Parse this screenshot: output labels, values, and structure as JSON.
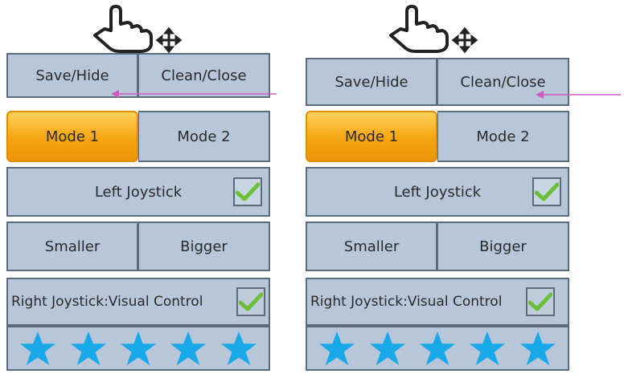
{
  "screens": [
    {
      "id": "left",
      "save_hide": "Save/Hide",
      "clean_close": "Clean/Close",
      "mode1": "Mode 1",
      "mode2": "Mode 2",
      "left_joystick": "Left Joystick",
      "left_joystick_checked": true,
      "smaller": "Smaller",
      "bigger": "Bigger",
      "right_joystick": "Right Joystick:Visual Control",
      "right_joystick_checked": true,
      "rating": 5,
      "arrow_target": "save-hide-button"
    },
    {
      "id": "right",
      "save_hide": "Save/Hide",
      "clean_close": "Clean/Close",
      "mode1": "Mode 1",
      "mode2": "Mode 2",
      "left_joystick": "Left Joystick",
      "left_joystick_checked": true,
      "smaller": "Smaller",
      "bigger": "Bigger",
      "right_joystick": "Right Joystick:Visual Control",
      "right_joystick_checked": true,
      "rating": 5,
      "arrow_target": "clean-close-button"
    }
  ],
  "icons": {
    "drag_handle": "hand-move-icon",
    "check": "check-icon",
    "star": "star-icon"
  },
  "colors": {
    "button_fill": "#b7c6d8",
    "button_border": "#5b6b7e",
    "active_mode": "#f5a510",
    "star": "#1aa9e8",
    "check": "#6bbf3a",
    "arrow": "#d15ac0"
  }
}
